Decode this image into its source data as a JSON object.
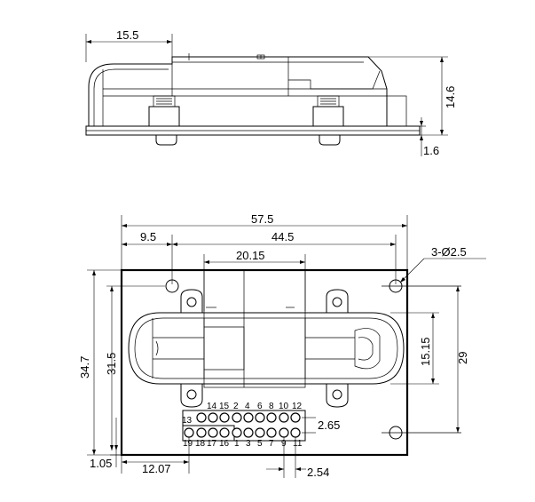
{
  "side_view": {
    "dim_left": "15.5",
    "dim_height": "14.6",
    "dim_base": "1.6"
  },
  "top_view": {
    "dim_total_width": "57.5",
    "dim_offset_left": "9.5",
    "dim_hole_span": "44.5",
    "dim_center_width": "20.15",
    "dim_holes": "3-Ø2.5",
    "dim_board_height": "34.7",
    "dim_inner_height": "31.5",
    "dim_sensor_height": "15.15",
    "dim_hole_vertical": "29",
    "dim_pin_pitch_v": "2.65",
    "dim_pin_pitch_h": "2.54",
    "dim_bottom_offset": "1.05",
    "dim_connector_offset": "12.07"
  },
  "connector": {
    "top_labels": [
      "14",
      "15",
      "2",
      "4",
      "6",
      "8",
      "10",
      "12"
    ],
    "bottom_labels": [
      "19",
      "18",
      "17",
      "16",
      "1",
      "3",
      "5",
      "7",
      "9",
      "11"
    ],
    "top_left_label": "13"
  }
}
